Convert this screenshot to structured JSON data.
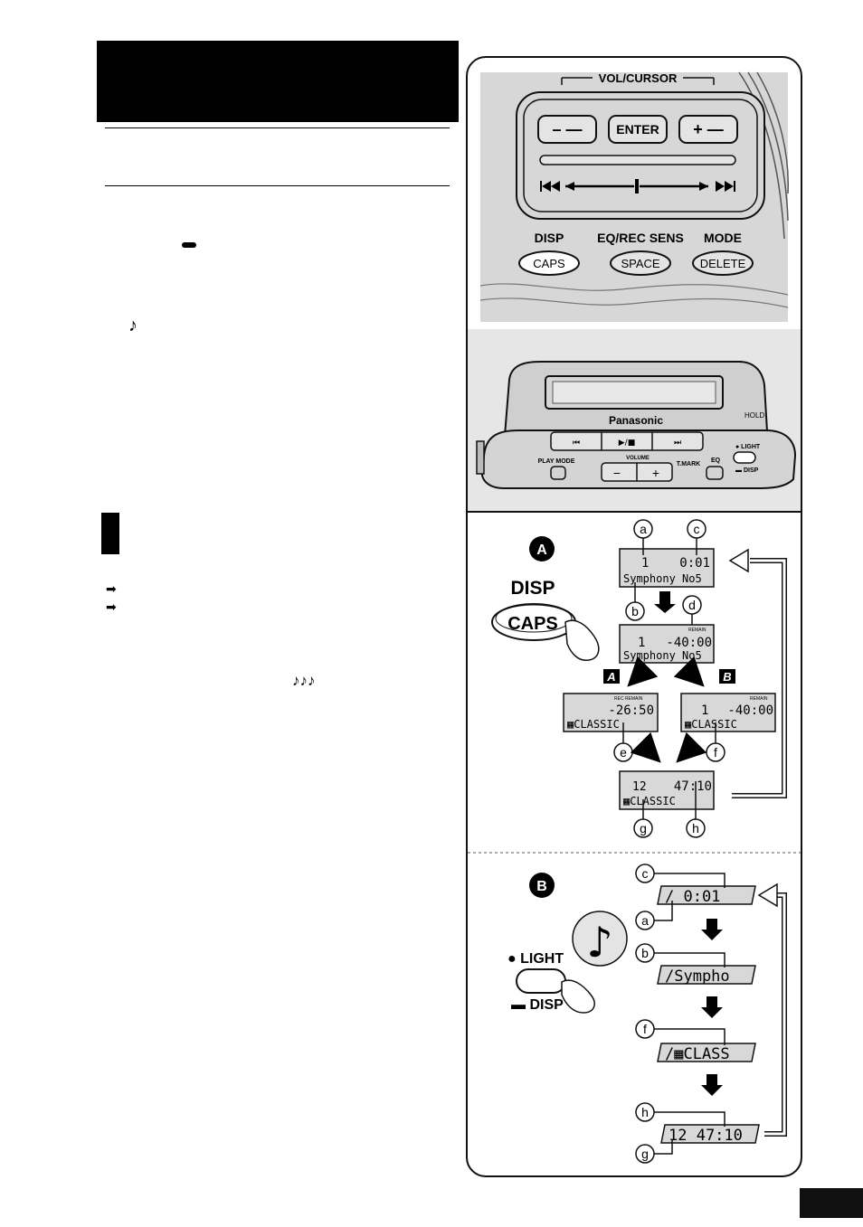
{
  "notes": {
    "single": "♪",
    "triple": "♪♪♪"
  },
  "arrows": {
    "first": "➡",
    "second": "➡"
  },
  "remote": {
    "vol_cursor": "VOL/CURSOR",
    "minus_btn": "– —",
    "enter_btn": "ENTER",
    "plus_btn": "+ —",
    "disp": "DISP",
    "eq_rec_sens": "EQ/REC SENS",
    "mode": "MODE",
    "caps_btn": "CAPS",
    "space_btn": "SPACE",
    "delete_btn": "DELETE"
  },
  "player": {
    "brand": "Panasonic",
    "hold": "HOLD",
    "play_mode": "PLAY MODE",
    "volume": "VOLUME",
    "t_mark": "T.MARK",
    "eq": "EQ",
    "light": "● LIGHT",
    "disp": "▬ DISP"
  },
  "section_a": {
    "badge": "A",
    "disp_label": "DISP",
    "caps_btn": "CAPS",
    "lcd1": {
      "line1_left": "1",
      "line1_right": "0:01",
      "line2": "Symphony No5"
    },
    "lcd2": {
      "small": "REMAIN",
      "line1_left": "1",
      "line1_right": "-40:00",
      "line2": "Symphony No5"
    },
    "branch_a": "A",
    "branch_b": "B",
    "lcd3": {
      "small": "REC REMAIN",
      "line1_right": "-26:50",
      "line2": "▦CLASSIC"
    },
    "lcd4": {
      "small": "REMAIN",
      "line1_left": "1",
      "line1_right": "-40:00",
      "line2": "▦CLASSIC"
    },
    "lcd5": {
      "line1_left": "12",
      "line1_right": "47:10",
      "line2": "▦CLASSIC"
    },
    "labels": {
      "a": "a",
      "b": "b",
      "c": "c",
      "d": "d",
      "e": "e",
      "f": "f",
      "g": "g",
      "h": "h"
    }
  },
  "section_b": {
    "badge": "B",
    "light": "● LIGHT",
    "disp": "▬ DISP",
    "lcd1": "/   0:01",
    "lcd2": "/Sympho",
    "lcd3": "/▦CLASS",
    "lcd4": "12 47:10",
    "labels": {
      "a": "a",
      "b": "b",
      "c": "c",
      "f": "f",
      "g": "g",
      "h": "h"
    }
  }
}
